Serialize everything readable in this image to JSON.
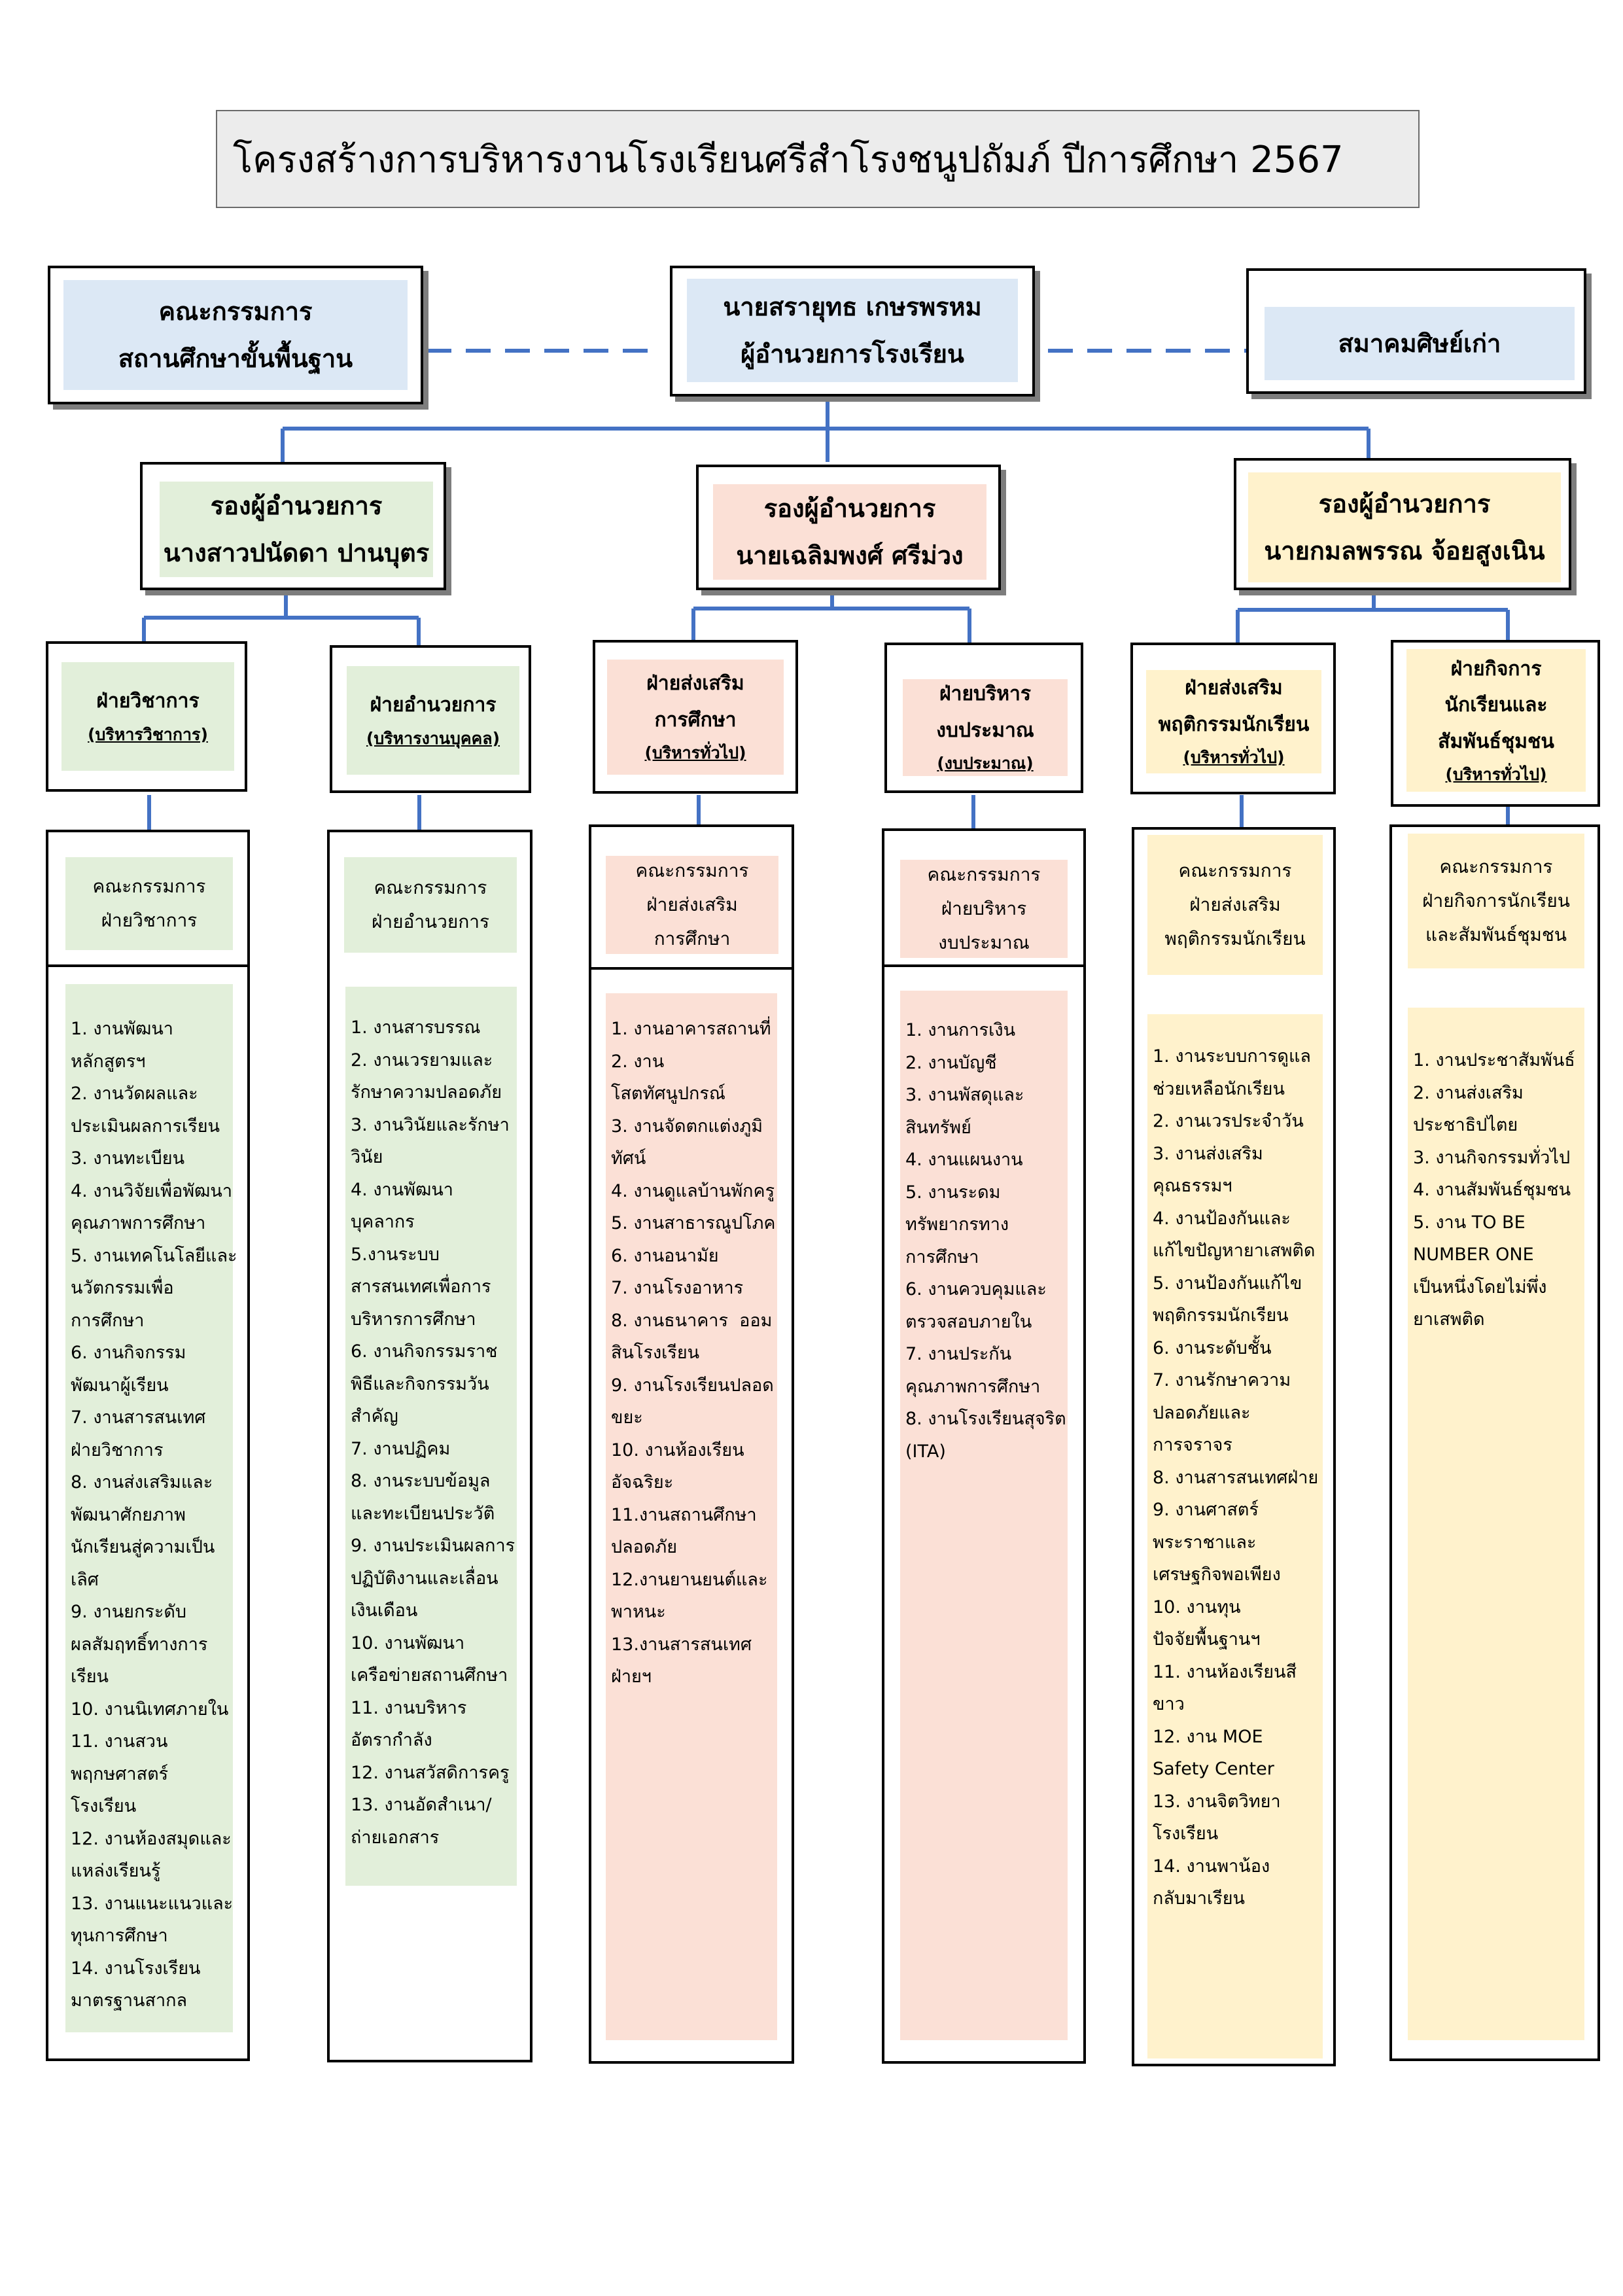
{
  "title": "โครงสร้างการบริหารงานโรงเรียนศรีสำโรงชนูปถัมภ์  ปีการศึกษา  2567",
  "top": {
    "board": [
      "คณะกรรมการ",
      "สถานศึกษาขั้นพื้นฐาน"
    ],
    "director": [
      "นายสรายุทธ เกษรพรหม",
      "ผู้อำนวยการโรงเรียน"
    ],
    "alumni": "สมาคมศิษย์เก่า"
  },
  "deputies": [
    [
      "รองผู้อำนวยการ",
      "นางสาวปนัดดา ปานบุตร"
    ],
    [
      "รองผู้อำนวยการ",
      "นายเฉลิมพงศ์ ศรีม่วง"
    ],
    [
      "รองผู้อำนวยการ",
      "นายกมลพรรณ จ้อยสูงเนิน"
    ]
  ],
  "depts": [
    {
      "name": [
        "ฝ่ายวิชาการ"
      ],
      "sub": "(บริหารวิชาการ)",
      "committee": [
        "คณะกรรมการ",
        "ฝ่ายวิชาการ"
      ],
      "tasks": [
        "1. งานพัฒนา",
        "หลักสูตรฯ",
        "2. งานวัดผลและ",
        "ประเมินผลการเรียน",
        "3. งานทะเบียน",
        "4. งานวิจัยเพื่อพัฒนา",
        "คุณภาพการศึกษา",
        "5. งานเทคโนโลยีและ",
        "นวัตกรรมเพื่อ",
        "การศึกษา",
        "6. งานกิจกรรม",
        "พัฒนาผู้เรียน",
        "7. งานสารสนเทศ",
        "ฝ่ายวิชาการ",
        "8. งานส่งเสริมและ",
        "พัฒนาศักยภาพ",
        "นักเรียนสู่ความเป็น",
        "เลิศ",
        "9. งานยกระดับ",
        "ผลสัมฤทธิ์ทางการ",
        "เรียน",
        "10. งานนิเทศภายใน",
        "11. งานสวน",
        "พฤกษศาสตร์",
        "โรงเรียน",
        "12. งานห้องสมุดและ",
        "แหล่งเรียนรู้",
        "13. งานแนะแนวและ",
        "ทุนการศึกษา",
        "14. งานโรงเรียน",
        "มาตรฐานสากล"
      ]
    },
    {
      "name": [
        "ฝ่ายอำนวยการ"
      ],
      "sub": "(บริหารงานบุคคล)",
      "committee": [
        "คณะกรรมการ",
        "ฝ่ายอำนวยการ"
      ],
      "tasks": [
        "1. งานสารบรรณ",
        "2. งานเวรยามและ",
        "รักษาความปลอดภัย",
        "3. งานวินัยและรักษา",
        "วินัย",
        "4. งานพัฒนา",
        "บุคลากร",
        "5.งานระบบ",
        "สารสนเทศเพื่อการ",
        "บริหารการศึกษา",
        "6. งานกิจกรรมราช",
        "พิธีและกิจกรรมวัน",
        "สำคัญ",
        "7. งานปฏิคม",
        "8. งานระบบข้อมูล",
        "และทะเบียนประวัติ",
        "9. งานประเมินผลการ",
        "ปฏิบัติงานและเลื่อน",
        "เงินเดือน",
        "10. งานพัฒนา",
        "เครือข่ายสถานศึกษา",
        "11. งานบริหาร",
        "อัตรากำลัง",
        "12. งานสวัสดิการครู",
        "13. งานอัดสำเนา/",
        "ถ่ายเอกสาร"
      ]
    },
    {
      "name": [
        "ฝ่ายส่งเสริม",
        "การศึกษา"
      ],
      "sub": "(บริหารทั่วไป)",
      "committee": [
        "คณะกรรมการ",
        "ฝ่ายส่งเสริม",
        "การศึกษา"
      ],
      "tasks": [
        "1. งานอาคารสถานที่",
        "2. งาน",
        "โสตทัศนูปกรณ์",
        "3. งานจัดตกแต่งภูมิ",
        "ทัศน์",
        "4. งานดูแลบ้านพักครู",
        "5. งานสาธารณูปโภค",
        "6. งานอนามัย",
        "7. งานโรงอาหาร",
        "8. งานธนาคาร  ออม",
        "สินโรงเรียน",
        "9. งานโรงเรียนปลอด",
        "ขยะ",
        "10. งานห้องเรียน",
        "อัจฉริยะ",
        "11.งานสถานศึกษา",
        "ปลอดภัย",
        "12.งานยานยนต์และ",
        "พาหนะ",
        "13.งานสารสนเทศ",
        "ฝ่ายฯ"
      ]
    },
    {
      "name": [
        "ฝ่ายบริหาร",
        "งบประมาณ"
      ],
      "sub": "(งบประมาณ)",
      "committee": [
        "คณะกรรมการ",
        "ฝ่ายบริหาร",
        "งบประมาณ"
      ],
      "tasks": [
        "1. งานการเงิน",
        "2. งานบัญชี",
        "3. งานพัสดุและ",
        "สินทรัพย์",
        "4. งานแผนงาน",
        "5. งานระดม",
        "ทรัพยากรทาง",
        "การศึกษา",
        "6. งานควบคุมและ",
        "ตรวจสอบภายใน",
        "7. งานประกัน",
        "คุณภาพการศึกษา",
        "8. งานโรงเรียนสุจริต",
        "(ITA)"
      ]
    },
    {
      "name": [
        "ฝ่ายส่งเสริม",
        "พฤติกรรมนักเรียน"
      ],
      "sub": "(บริหารทั่วไป)",
      "committee": [
        "คณะกรรมการ",
        "ฝ่ายส่งเสริม",
        "พฤติกรรมนักเรียน"
      ],
      "tasks": [
        "1. งานระบบการดูแล",
        "ช่วยเหลือนักเรียน",
        "2. งานเวรประจำวัน",
        "3. งานส่งเสริม",
        "คุณธรรมฯ",
        "4. งานป้องกันและ",
        "แก้ไขปัญหายาเสพติด",
        "5. งานป้องกันแก้ไข",
        "พฤติกรรมนักเรียน",
        "6. งานระดับชั้น",
        "7. งานรักษาความ",
        "ปลอดภัยและ",
        "การจราจร",
        "8. งานสารสนเทศฝ่าย",
        "9. งานศาสตร์",
        "พระราชาและ",
        "เศรษฐกิจพอเพียง",
        "10. งานทุน",
        "ปัจจัยพื้นฐานฯ",
        "11. งานห้องเรียนสี",
        "ขาว",
        "12. งาน MOE",
        "Safety Center",
        "13. งานจิตวิทยา",
        "โรงเรียน",
        "14. งานพาน้อง",
        "กลับมาเรียน"
      ]
    },
    {
      "name": [
        "ฝ่ายกิจการ",
        "นักเรียนและ",
        "สัมพันธ์ชุมชน"
      ],
      "sub": "(บริหารทั่วไป)",
      "committee": [
        "คณะกรรมการ",
        "ฝ่ายกิจการนักเรียน",
        "และสัมพันธ์ชุมชน"
      ],
      "tasks": [
        "1. งานประชาสัมพันธ์",
        "2. งานส่งเสริม",
        "ประชาธิปไตย",
        "3. งานกิจกรรมทั่วไป",
        "4. งานสัมพันธ์ชุมชน",
        "5. งาน TO BE",
        "NUMBER ONE",
        "เป็นหนึ่งโดยไม่พึ่ง",
        "ยาเสพติด"
      ]
    }
  ]
}
